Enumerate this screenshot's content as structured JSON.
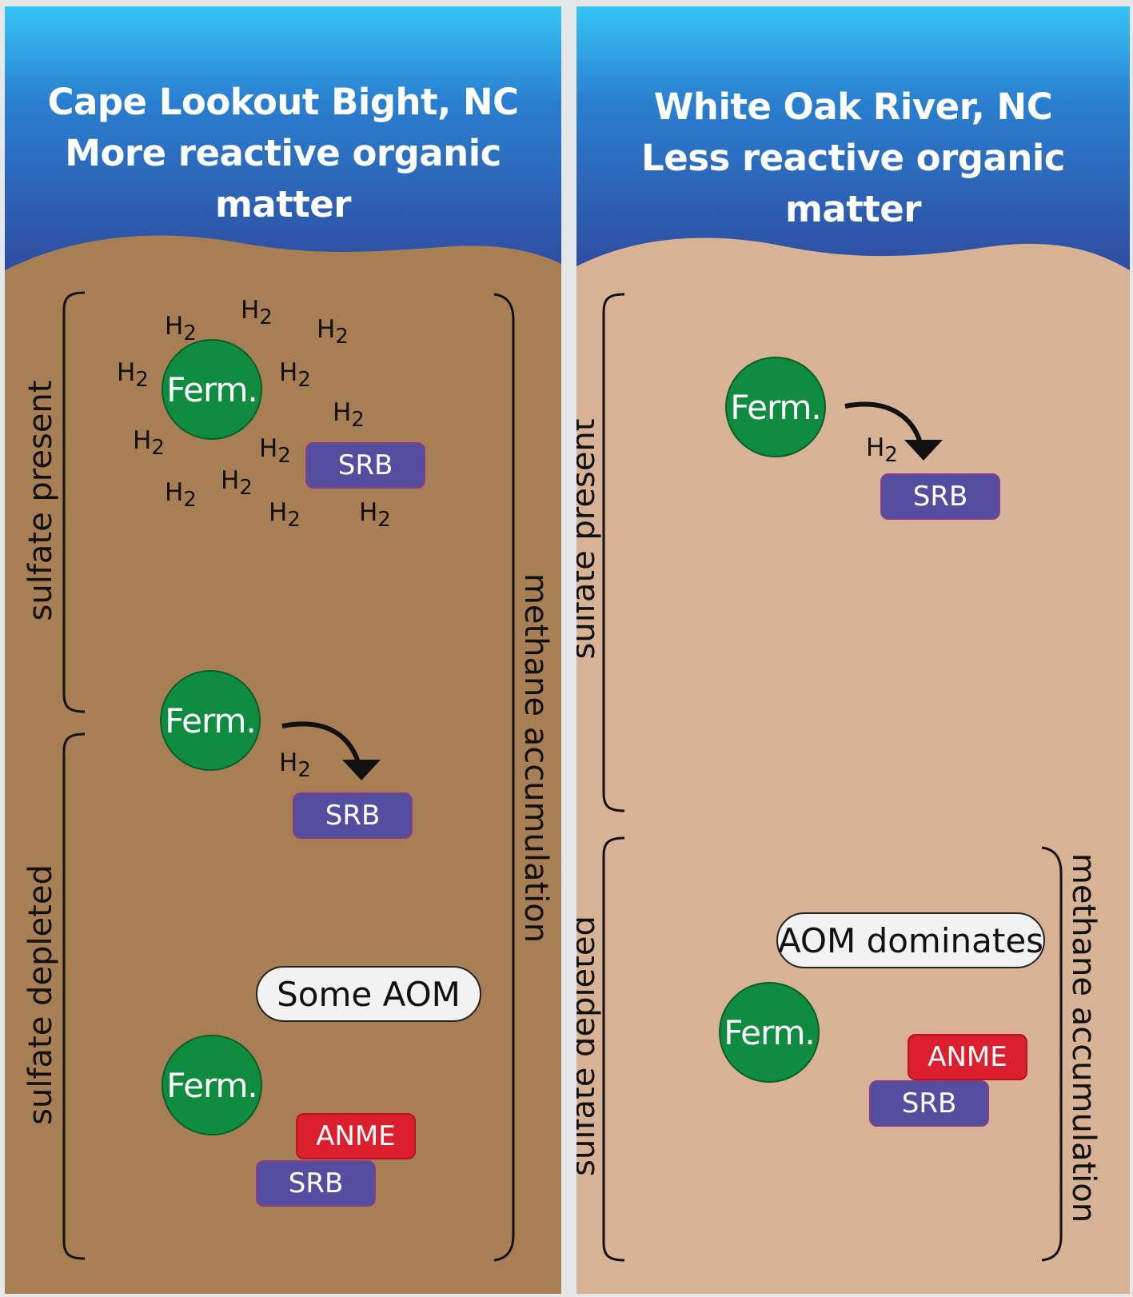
{
  "left": {
    "title_line1": "Cape Lookout Bight, NC",
    "title_line2": "More reactive organic matter",
    "sulfate_present": "sulfate present",
    "sulfate_depleted": "sulfate depleted",
    "methane_label": "methane accumulation",
    "ferm": "Ferm.",
    "srb": "SRB",
    "anme": "ANME",
    "h2": "H",
    "h2_sub": "2",
    "aom_label": "Some AOM",
    "sediment_color": "#a87e55"
  },
  "right": {
    "title_line1": "White Oak River, NC",
    "title_line2": "Less reactive organic matter",
    "sulfate_present": "sulfate present",
    "sulfate_depleted": "sulfate depleted",
    "methane_label": "methane accumulation",
    "ferm": "Ferm.",
    "srb": "SRB",
    "anme": "ANME",
    "h2": "H",
    "h2_sub": "2",
    "aom_label": "AOM dominates",
    "sediment_color": "#d7b294"
  },
  "colors": {
    "water_top": "#35c5f4",
    "water_bottom": "#2f4a9e",
    "ferm": "#0f8c40",
    "srb": "#534ea0",
    "anme": "#dc1f2e"
  }
}
